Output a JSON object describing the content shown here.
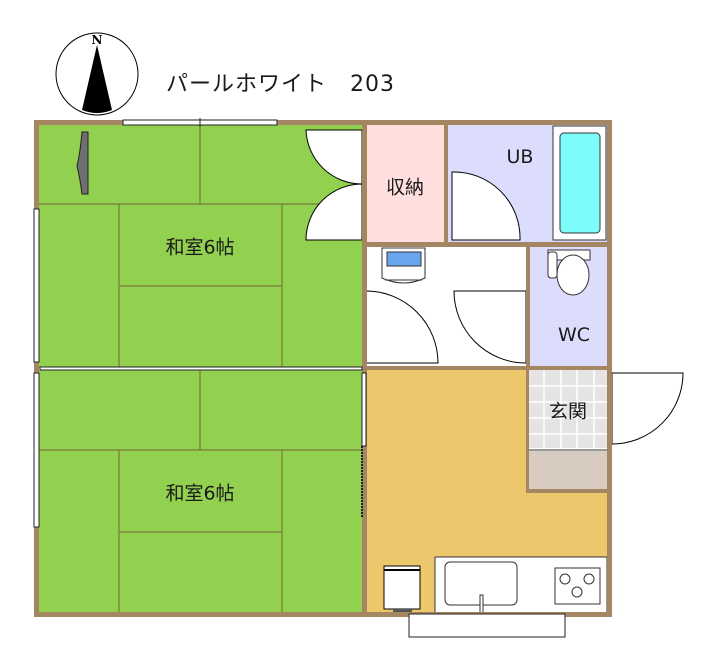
{
  "title": "パールホワイト　203",
  "compass": {
    "label": "N",
    "icon": "north-arrow-icon"
  },
  "colors": {
    "wall": "#a48663",
    "tatami": "#92d050",
    "tatami_line": "#7a7a3a",
    "storage": "#ffdede",
    "bath": "#dcdcfc",
    "bathtub": "#7dfcfc",
    "wc": "#dcdcfc",
    "entrance_tile": "#e4e4e4",
    "entrance_step": "#d8cbbf",
    "kitchen": "#ecc76c",
    "white": "#ffffff"
  },
  "rooms": [
    {
      "id": "washitsu-north",
      "label": "和室6帖",
      "type": "tatami"
    },
    {
      "id": "washitsu-south",
      "label": "和室6帖",
      "type": "tatami"
    },
    {
      "id": "storage",
      "label": "収納",
      "type": "closet"
    },
    {
      "id": "unit-bath",
      "label": "UB",
      "type": "bathroom"
    },
    {
      "id": "toilet",
      "label": "WC",
      "type": "toilet"
    },
    {
      "id": "entrance",
      "label": "玄関",
      "type": "entrance"
    },
    {
      "id": "kitchen",
      "label": "",
      "type": "kitchen"
    },
    {
      "id": "washroom",
      "label": "",
      "type": "hall"
    }
  ],
  "fixtures": [
    "tokonoma",
    "washing-machine",
    "toilet",
    "bathtub",
    "refrigerator",
    "sink",
    "stove-3-burner",
    "balcony-window"
  ]
}
